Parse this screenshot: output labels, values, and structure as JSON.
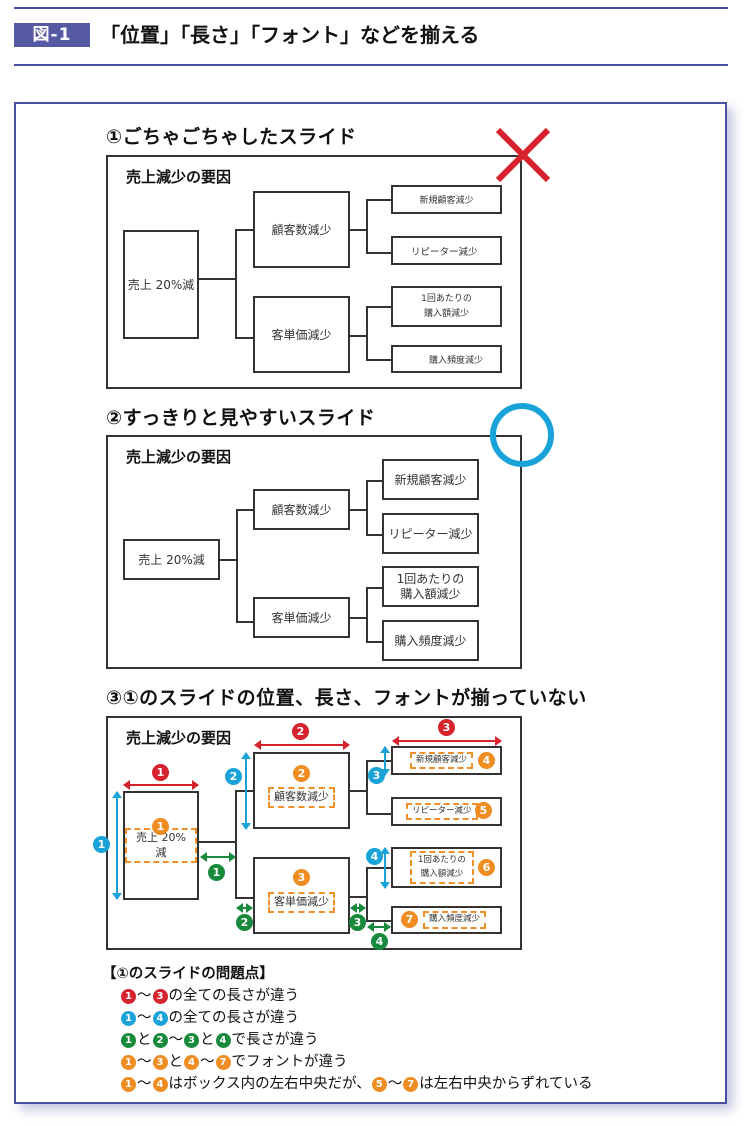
{
  "header": {
    "figure_label": "図-1",
    "title": "「位置」「長さ」「フォント」などを揃える"
  },
  "colors": {
    "brand": "#565aa3",
    "rule": "#4a4f9e",
    "bad_mark": "#d6232e",
    "good_mark": "#1aa3d9",
    "marker_red": "#d6232e",
    "marker_blue": "#1aa3d9",
    "marker_green": "#178a3c",
    "marker_orange": "#ef8c22"
  },
  "sections": [
    {
      "title": "①ごちゃごちゃしたスライド",
      "verdict": "bad",
      "verdict_icon": "cross-icon",
      "slide": {
        "title": "売上減少の要因",
        "root": "売上 20%減",
        "branches": [
          {
            "label": "顧客数減少",
            "children": [
              "新規顧客減少",
              "リピーター減少"
            ]
          },
          {
            "label": "客単価減少",
            "children": [
              "1回あたりの\n購入額減少",
              "購入頻度減少"
            ]
          }
        ]
      }
    },
    {
      "title": "②すっきりと見やすいスライド",
      "verdict": "good",
      "verdict_icon": "circle-icon",
      "slide": {
        "title": "売上減少の要因",
        "root": "売上 20%減",
        "branches": [
          {
            "label": "顧客数減少",
            "children": [
              "新規顧客減少",
              "リピーター減少"
            ]
          },
          {
            "label": "客単価減少",
            "children": [
              "1回あたりの\n購入額減少",
              "購入頻度減少"
            ]
          }
        ]
      }
    },
    {
      "title": "③①のスライドの位置、長さ、フォントが揃っていない",
      "slide": {
        "title": "売上減少の要因",
        "root": "売上 20%減",
        "branches": [
          {
            "label": "顧客数減少",
            "children": [
              "新規顧客減少",
              "リピーター減少"
            ]
          },
          {
            "label": "客単価減少",
            "children": [
              "1回あたりの\n購入額減少",
              "購入頻度減少"
            ]
          }
        ],
        "markers": {
          "red": [
            "1",
            "2",
            "3"
          ],
          "blue": [
            "1",
            "2",
            "3",
            "4"
          ],
          "green": [
            "1",
            "2",
            "3",
            "4"
          ],
          "orange": [
            "1",
            "2",
            "3",
            "4",
            "5",
            "6",
            "7"
          ]
        }
      }
    }
  ],
  "problems": {
    "heading": "【①のスライドの問題点】",
    "items": [
      {
        "parts": [
          {
            "marker": "red",
            "n": "1"
          },
          {
            "text": "〜"
          },
          {
            "marker": "red",
            "n": "3"
          },
          {
            "text": "の全ての長さが違う"
          }
        ]
      },
      {
        "parts": [
          {
            "marker": "blue",
            "n": "1"
          },
          {
            "text": "〜"
          },
          {
            "marker": "blue",
            "n": "4"
          },
          {
            "text": "の全ての長さが違う"
          }
        ]
      },
      {
        "parts": [
          {
            "marker": "green",
            "n": "1"
          },
          {
            "text": "と"
          },
          {
            "marker": "green",
            "n": "2"
          },
          {
            "text": "〜"
          },
          {
            "marker": "green",
            "n": "3"
          },
          {
            "text": "と"
          },
          {
            "marker": "green",
            "n": "4"
          },
          {
            "text": "で長さが違う"
          }
        ]
      },
      {
        "parts": [
          {
            "marker": "orange",
            "n": "1"
          },
          {
            "text": "〜"
          },
          {
            "marker": "orange",
            "n": "3"
          },
          {
            "text": "と"
          },
          {
            "marker": "orange",
            "n": "4"
          },
          {
            "text": "〜"
          },
          {
            "marker": "orange",
            "n": "7"
          },
          {
            "text": "でフォントが違う"
          }
        ]
      },
      {
        "parts": [
          {
            "marker": "orange",
            "n": "1"
          },
          {
            "text": "〜"
          },
          {
            "marker": "orange",
            "n": "4"
          },
          {
            "text": "はボックス内の左右中央だが、"
          },
          {
            "marker": "orange",
            "n": "5"
          },
          {
            "text": "〜"
          },
          {
            "marker": "orange",
            "n": "7"
          },
          {
            "text": "は左右中央からずれている"
          }
        ]
      }
    ]
  }
}
